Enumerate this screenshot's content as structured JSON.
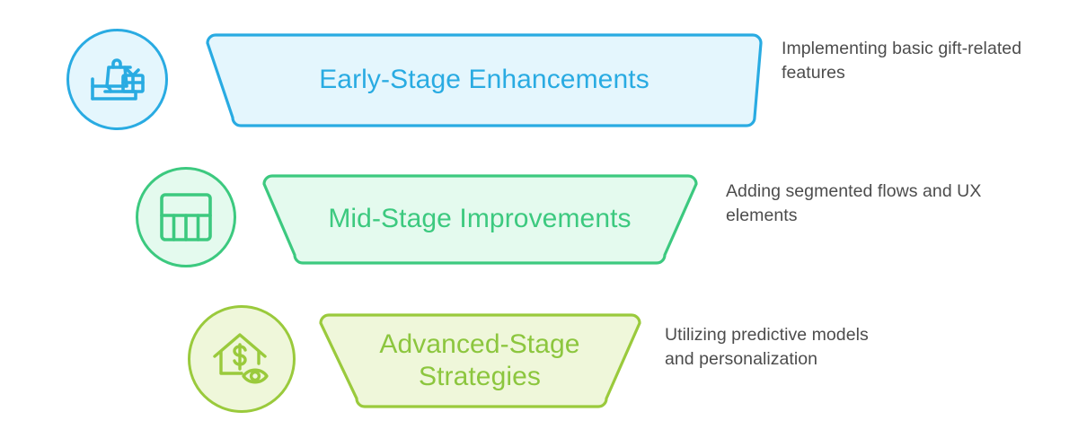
{
  "diagram": {
    "type": "funnel",
    "orientation": "vertical-descending",
    "stage_count": 3,
    "stages": [
      {
        "label": "Early-Stage Enhancements",
        "description": "Implementing basic gift-related features",
        "icon": "bed-shopping-bag-gift-icon",
        "accent_color": "#29ABE2",
        "fill_color": "#E4F6FD"
      },
      {
        "label": "Mid-Stage Improvements",
        "description": "Adding segmented flows and UX elements",
        "icon": "segmented-layout-grid-icon",
        "accent_color": "#3CC97F",
        "fill_color": "#E4FAEE"
      },
      {
        "label": "Advanced-Stage Strategies",
        "description": "Utilizing predictive models and personalization",
        "icon": "house-dollar-eye-icon",
        "accent_color": "#9ACA3C",
        "fill_color": "#EFF7DA"
      }
    ]
  },
  "colors": {
    "background": "#FFFFFF",
    "description_text": "#4C4C4C",
    "stage_1_accent": "#29ABE2",
    "stage_2_accent": "#3CC97F",
    "stage_3_accent": "#9ACA3C"
  }
}
